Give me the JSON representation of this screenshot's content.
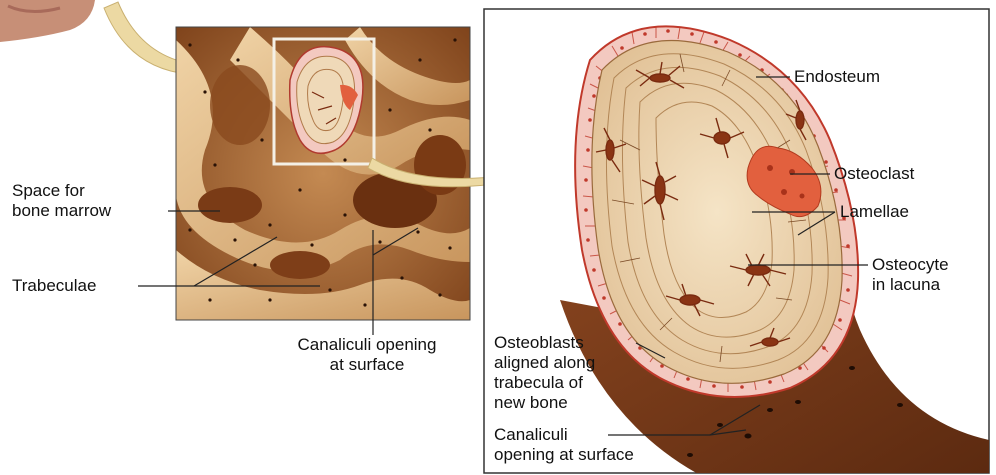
{
  "labels": {
    "space_for_bone_marrow": "Space for\nbone marrow",
    "trabeculae": "Trabeculae",
    "canaliculi_opening_left": "Canaliculi opening\nat surface",
    "endosteum": "Endosteum",
    "osteoclast": "Osteoclast",
    "lamellae": "Lamellae",
    "osteocyte_in_lacuna": "Osteocyte\nin lacuna",
    "osteoblasts": "Osteoblasts\naligned along\ntrabecula of\nnew bone",
    "canaliculi_opening_right": "Canaliculi\nopening at surface"
  },
  "colors": {
    "bone_dark": "#6e3413",
    "bone_mid": "#a86a3a",
    "bone_light": "#e6c9a0",
    "lamella_fill": "#efd9b8",
    "osteoblast_fill": "#f3c9c0",
    "osteoblast_edge": "#c0392b",
    "osteoclast": "#e2603e",
    "arrow": "#ecd9a3",
    "line": "#222222",
    "frame": "#333333"
  }
}
